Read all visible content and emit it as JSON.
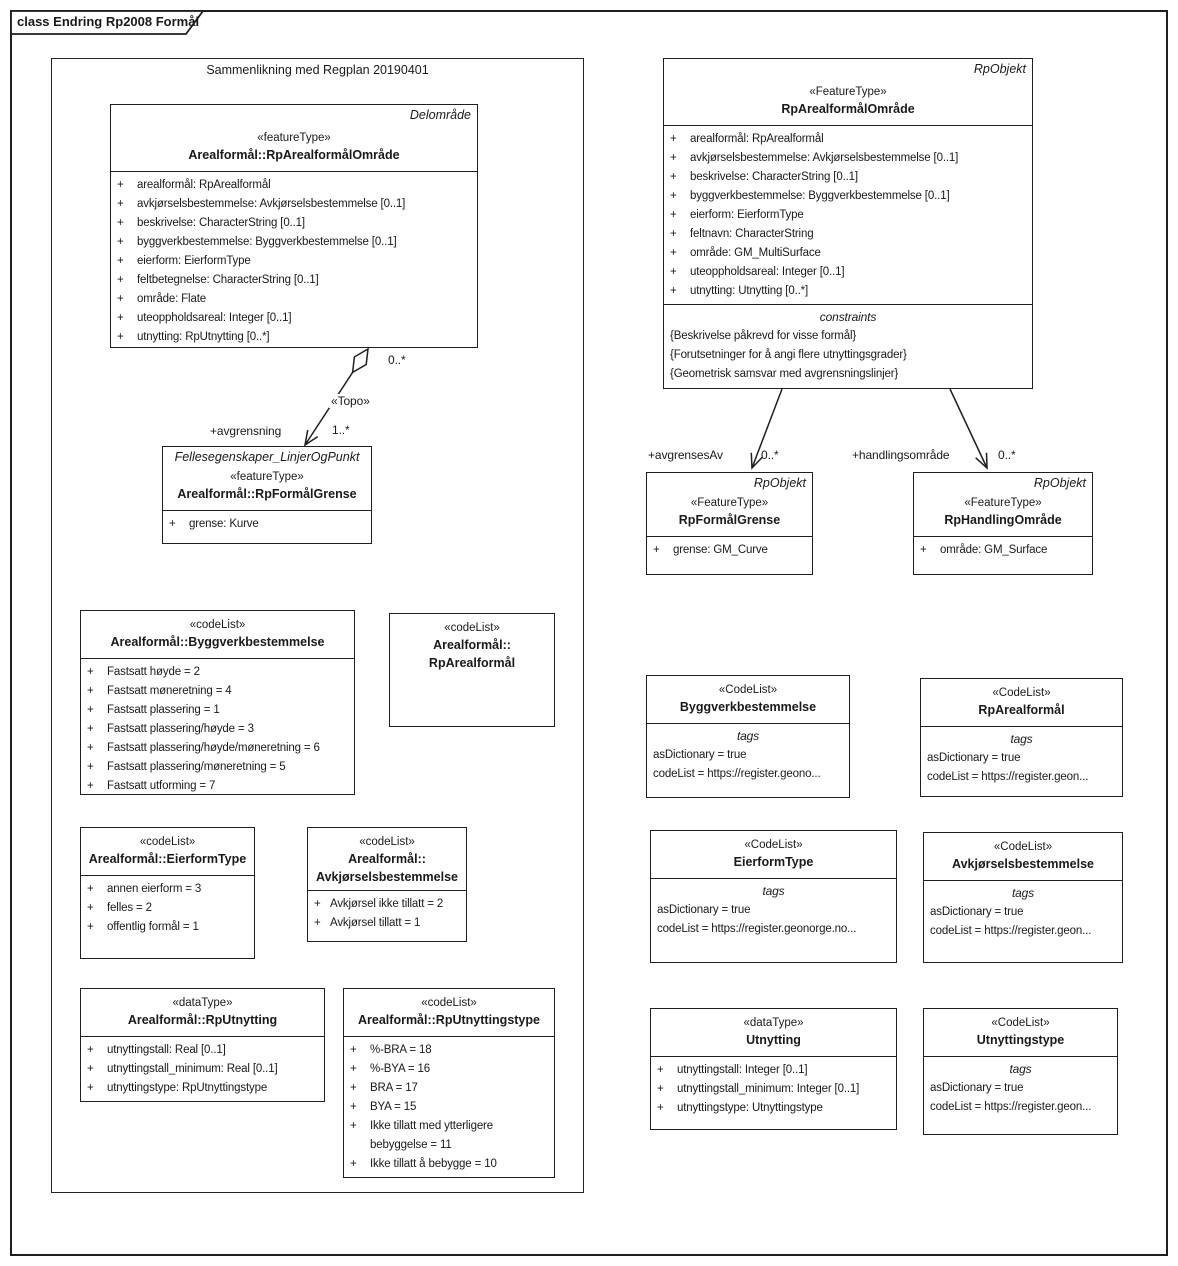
{
  "ui": {
    "plus": "+"
  },
  "diagram": {
    "tab_title": "class Endring Rp2008 Formål"
  },
  "left_frame": {
    "title": "Sammenlikning med Regplan 20190401"
  },
  "boxes": {
    "delomrade": {
      "tag": "Delområde",
      "stereotype": "«featureType»",
      "name": "Arealformål::RpArealformålOmråde",
      "attributes": [
        "arealformål: RpArealformål",
        "avkjørselsbestemmelse: Avkjørselsbestemmelse [0..1]",
        "beskrivelse: CharacterString [0..1]",
        "byggverkbestemmelse: Byggverkbestemmelse [0..1]",
        "eierform: EierformType",
        "feltbetegnelse: CharacterString [0..1]",
        "område: Flate",
        "uteoppholdsareal: Integer [0..1]",
        "utnytting: RpUtnytting [0..*]"
      ]
    },
    "formalgrense_left": {
      "tag": "Fellesegenskaper_LinjerOgPunkt",
      "stereotype": "«featureType»",
      "name": "Arealformål::RpFormålGrense",
      "attributes": [
        "grense: Kurve"
      ]
    },
    "byggverk_left": {
      "stereotype": "«codeList»",
      "name": "Arealformål::Byggverkbestemmelse",
      "attributes": [
        "Fastsatt høyde = 2",
        "Fastsatt møneretning = 4",
        "Fastsatt plassering = 1",
        "Fastsatt plassering/høyde = 3",
        "Fastsatt plassering/høyde/møneretning = 6",
        "Fastsatt plassering/møneretning = 5",
        "Fastsatt utforming = 7"
      ]
    },
    "rparealformal_left": {
      "stereotype": "«codeList»",
      "name": "Arealformål::\nRpArealformål"
    },
    "eierform_left": {
      "stereotype": "«codeList»",
      "name": "Arealformål::EierformType",
      "attributes": [
        "annen eierform = 3",
        "felles = 2",
        "offentlig formål = 1"
      ]
    },
    "avkjorsel_left": {
      "stereotype": "«codeList»",
      "name": "Arealformål::\nAvkjørselsbestemmelse",
      "attributes": [
        "Avkjørsel ikke tillatt = 2",
        "Avkjørsel tillatt = 1"
      ]
    },
    "rputnytting_left": {
      "stereotype": "«dataType»",
      "name": "Arealformål::RpUtnytting",
      "attributes": [
        "utnyttingstall: Real [0..1]",
        "utnyttingstall_minimum: Real [0..1]",
        "utnyttingstype: RpUtnyttingstype"
      ]
    },
    "rputnyttingstype_left": {
      "stereotype": "«codeList»",
      "name": "Arealformål::RpUtnyttingstype",
      "attributes": [
        "%-BRA = 18",
        "%-BYA = 16",
        "BRA = 17",
        "BYA = 15",
        "Ikke tillatt med ytterligere bebyggelse = 11",
        "Ikke tillatt å bebygge = 10"
      ]
    },
    "rparealomrade_right": {
      "tag": "RpObjekt",
      "stereotype": "«FeatureType»",
      "name": "RpArealformålOmråde",
      "attributes": [
        "arealformål: RpArealformål",
        "avkjørselsbestemmelse: Avkjørselsbestemmelse [0..1]",
        "beskrivelse: CharacterString [0..1]",
        "byggverkbestemmelse: Byggverkbestemmelse [0..1]",
        "eierform: EierformType",
        "feltnavn: CharacterString",
        "område: GM_MultiSurface",
        "uteoppholdsareal: Integer [0..1]",
        "utnytting: Utnytting [0..*]"
      ],
      "constraints_keyword": "constraints",
      "constraints": [
        "{Beskrivelse påkrevd for visse formål}",
        "{Forutsetninger for å angi flere utnyttingsgrader}",
        "{Geometrisk samsvar med avgrensningslinjer}"
      ]
    },
    "formalgrense_right": {
      "tag": "RpObjekt",
      "stereotype": "«FeatureType»",
      "name": "RpFormålGrense",
      "attributes": [
        "grense: GM_Curve"
      ]
    },
    "handlingomrade_right": {
      "tag": "RpObjekt",
      "stereotype": "«FeatureType»",
      "name": "RpHandlingOmråde",
      "attributes": [
        "område: GM_Surface"
      ]
    },
    "byggverk_right": {
      "stereotype": "«CodeList»",
      "name": "Byggverkbestemmelse",
      "tags_keyword": "tags",
      "tags": [
        "asDictionary = true",
        "codeList = https://register.geono..."
      ]
    },
    "rparealformal_right": {
      "stereotype": "«CodeList»",
      "name": "RpArealformål",
      "tags_keyword": "tags",
      "tags": [
        "asDictionary = true",
        "codeList = https://register.geon..."
      ]
    },
    "eierform_right": {
      "stereotype": "«CodeList»",
      "name": "EierformType",
      "tags_keyword": "tags",
      "tags": [
        "asDictionary = true",
        "codeList = https://register.geonorge.no..."
      ]
    },
    "avkjorsel_right": {
      "stereotype": "«CodeList»",
      "name": "Avkjørselsbestemmelse",
      "tags_keyword": "tags",
      "tags": [
        "asDictionary = true",
        "codeList = https://register.geon..."
      ]
    },
    "utnytting_right": {
      "stereotype": "«dataType»",
      "name": "Utnytting",
      "attributes": [
        "utnyttingstall: Integer [0..1]",
        "utnyttingstall_minimum: Integer [0..1]",
        "utnyttingstype: Utnyttingstype"
      ]
    },
    "utnyttingstype_right": {
      "stereotype": "«CodeList»",
      "name": "Utnyttingstype",
      "tags_keyword": "tags",
      "tags": [
        "asDictionary = true",
        "codeList = https://register.geon..."
      ]
    }
  },
  "connectors": {
    "topo": {
      "stereotype": "«Topo»",
      "source_mult": "0..*",
      "target_role": "+avgrensning",
      "target_mult": "1..*"
    },
    "avgrensesav": {
      "role": "+avgrensesAv",
      "mult": "0..*"
    },
    "handlingsomrade": {
      "role": "+handlingsområde",
      "mult": "0..*"
    }
  }
}
